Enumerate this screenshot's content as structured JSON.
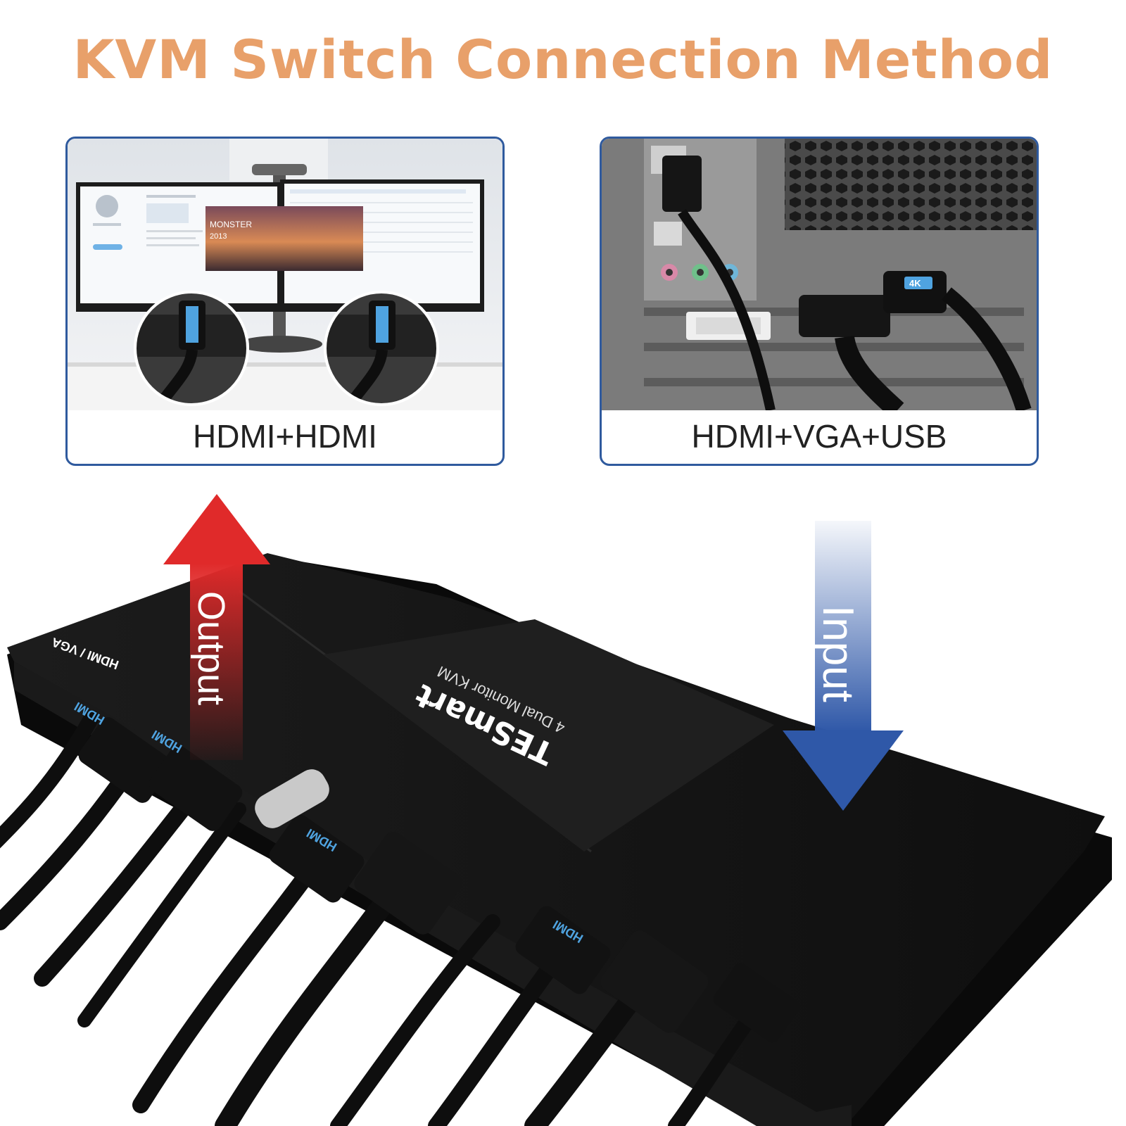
{
  "title": "KVM Switch Connection Method",
  "panels": [
    {
      "caption": "HDMI+HDMI"
    },
    {
      "caption": "HDMI+VGA+USB"
    }
  ],
  "arrows": {
    "output_label": "Output",
    "output_color": "#e02a2a",
    "input_label": "Input",
    "input_color": "#2f58a8"
  },
  "device": {
    "brand": "TESmart",
    "model": "4 Dual Monitor KVM",
    "side_label": "HDMI / VGA",
    "cable_label": "HDMI"
  },
  "photo_text": {
    "screen_title": "MONSTER",
    "screen_year": "2013",
    "cable_tag": "4K"
  },
  "colors": {
    "title": "#e8a06a",
    "panel_border": "#2f5a9e",
    "device_body": "#141414",
    "cable": "#0e0e0e",
    "hdmi_accent": "#4fa3e0"
  }
}
